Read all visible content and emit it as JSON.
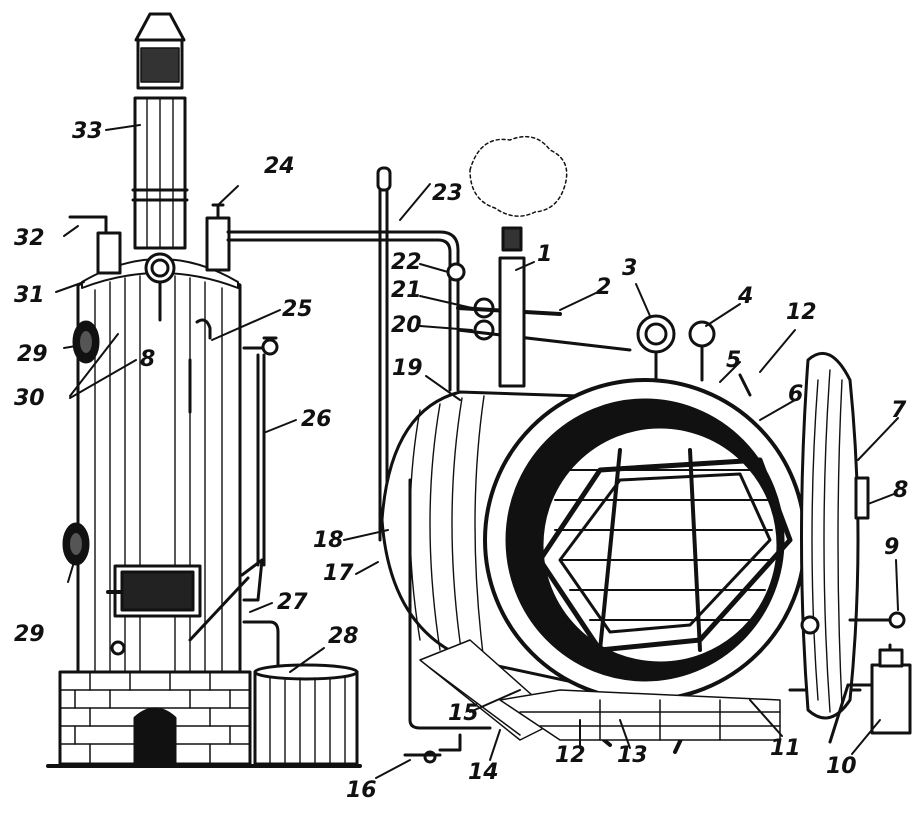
{
  "colors": {
    "ink": "#111111",
    "paper": "#ffffff",
    "shade": "#3a3a3a"
  },
  "labels": {
    "l1": "1",
    "l2": "2",
    "l3": "3",
    "l4": "4",
    "l5": "5",
    "l6": "6",
    "l7": "7",
    "l8": "8",
    "l9": "9",
    "l10": "10",
    "l11": "11",
    "l12a": "12",
    "l12b": "12",
    "l13": "13",
    "l14": "14",
    "l15": "15",
    "l16": "16",
    "l17": "17",
    "l18": "18",
    "l19": "19",
    "l20": "20",
    "l21": "21",
    "l22": "22",
    "l23": "23",
    "l24": "24",
    "l25": "25",
    "l26": "26",
    "l27": "27",
    "l28": "28",
    "l29a": "29",
    "l29b": "29",
    "l30": "30",
    "l30b": "8",
    "l31": "31",
    "l32": "32",
    "l33": "33"
  }
}
